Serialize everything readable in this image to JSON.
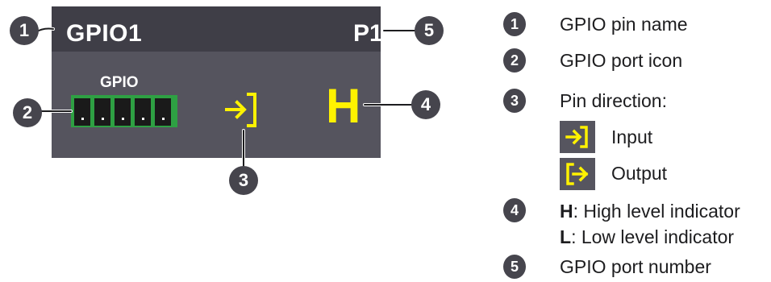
{
  "panel": {
    "pin_name": "GPIO1",
    "port_number": "P1",
    "port_label": "GPIO",
    "level": "H"
  },
  "callouts": [
    "1",
    "2",
    "3",
    "4",
    "5"
  ],
  "legend": {
    "items": [
      {
        "num": "1",
        "text": "GPIO pin name"
      },
      {
        "num": "2",
        "text": "GPIO port icon"
      },
      {
        "num": "3",
        "text": "Pin direction:"
      },
      {
        "num": "4",
        "text_h_key": "H",
        "text_h": ": High level indicator",
        "text_l_key": "L",
        "text_l": ": Low level indicator"
      },
      {
        "num": "5",
        "text": "GPIO port number"
      }
    ],
    "directions": [
      {
        "icon": "input-arrow-icon",
        "label": "Input"
      },
      {
        "icon": "output-arrow-icon",
        "label": "Output"
      }
    ]
  },
  "colors": {
    "header": "#3f3e47",
    "body": "#55545e",
    "accent": "#fff200",
    "connector": "#2ea043",
    "badge": "#46454d"
  }
}
